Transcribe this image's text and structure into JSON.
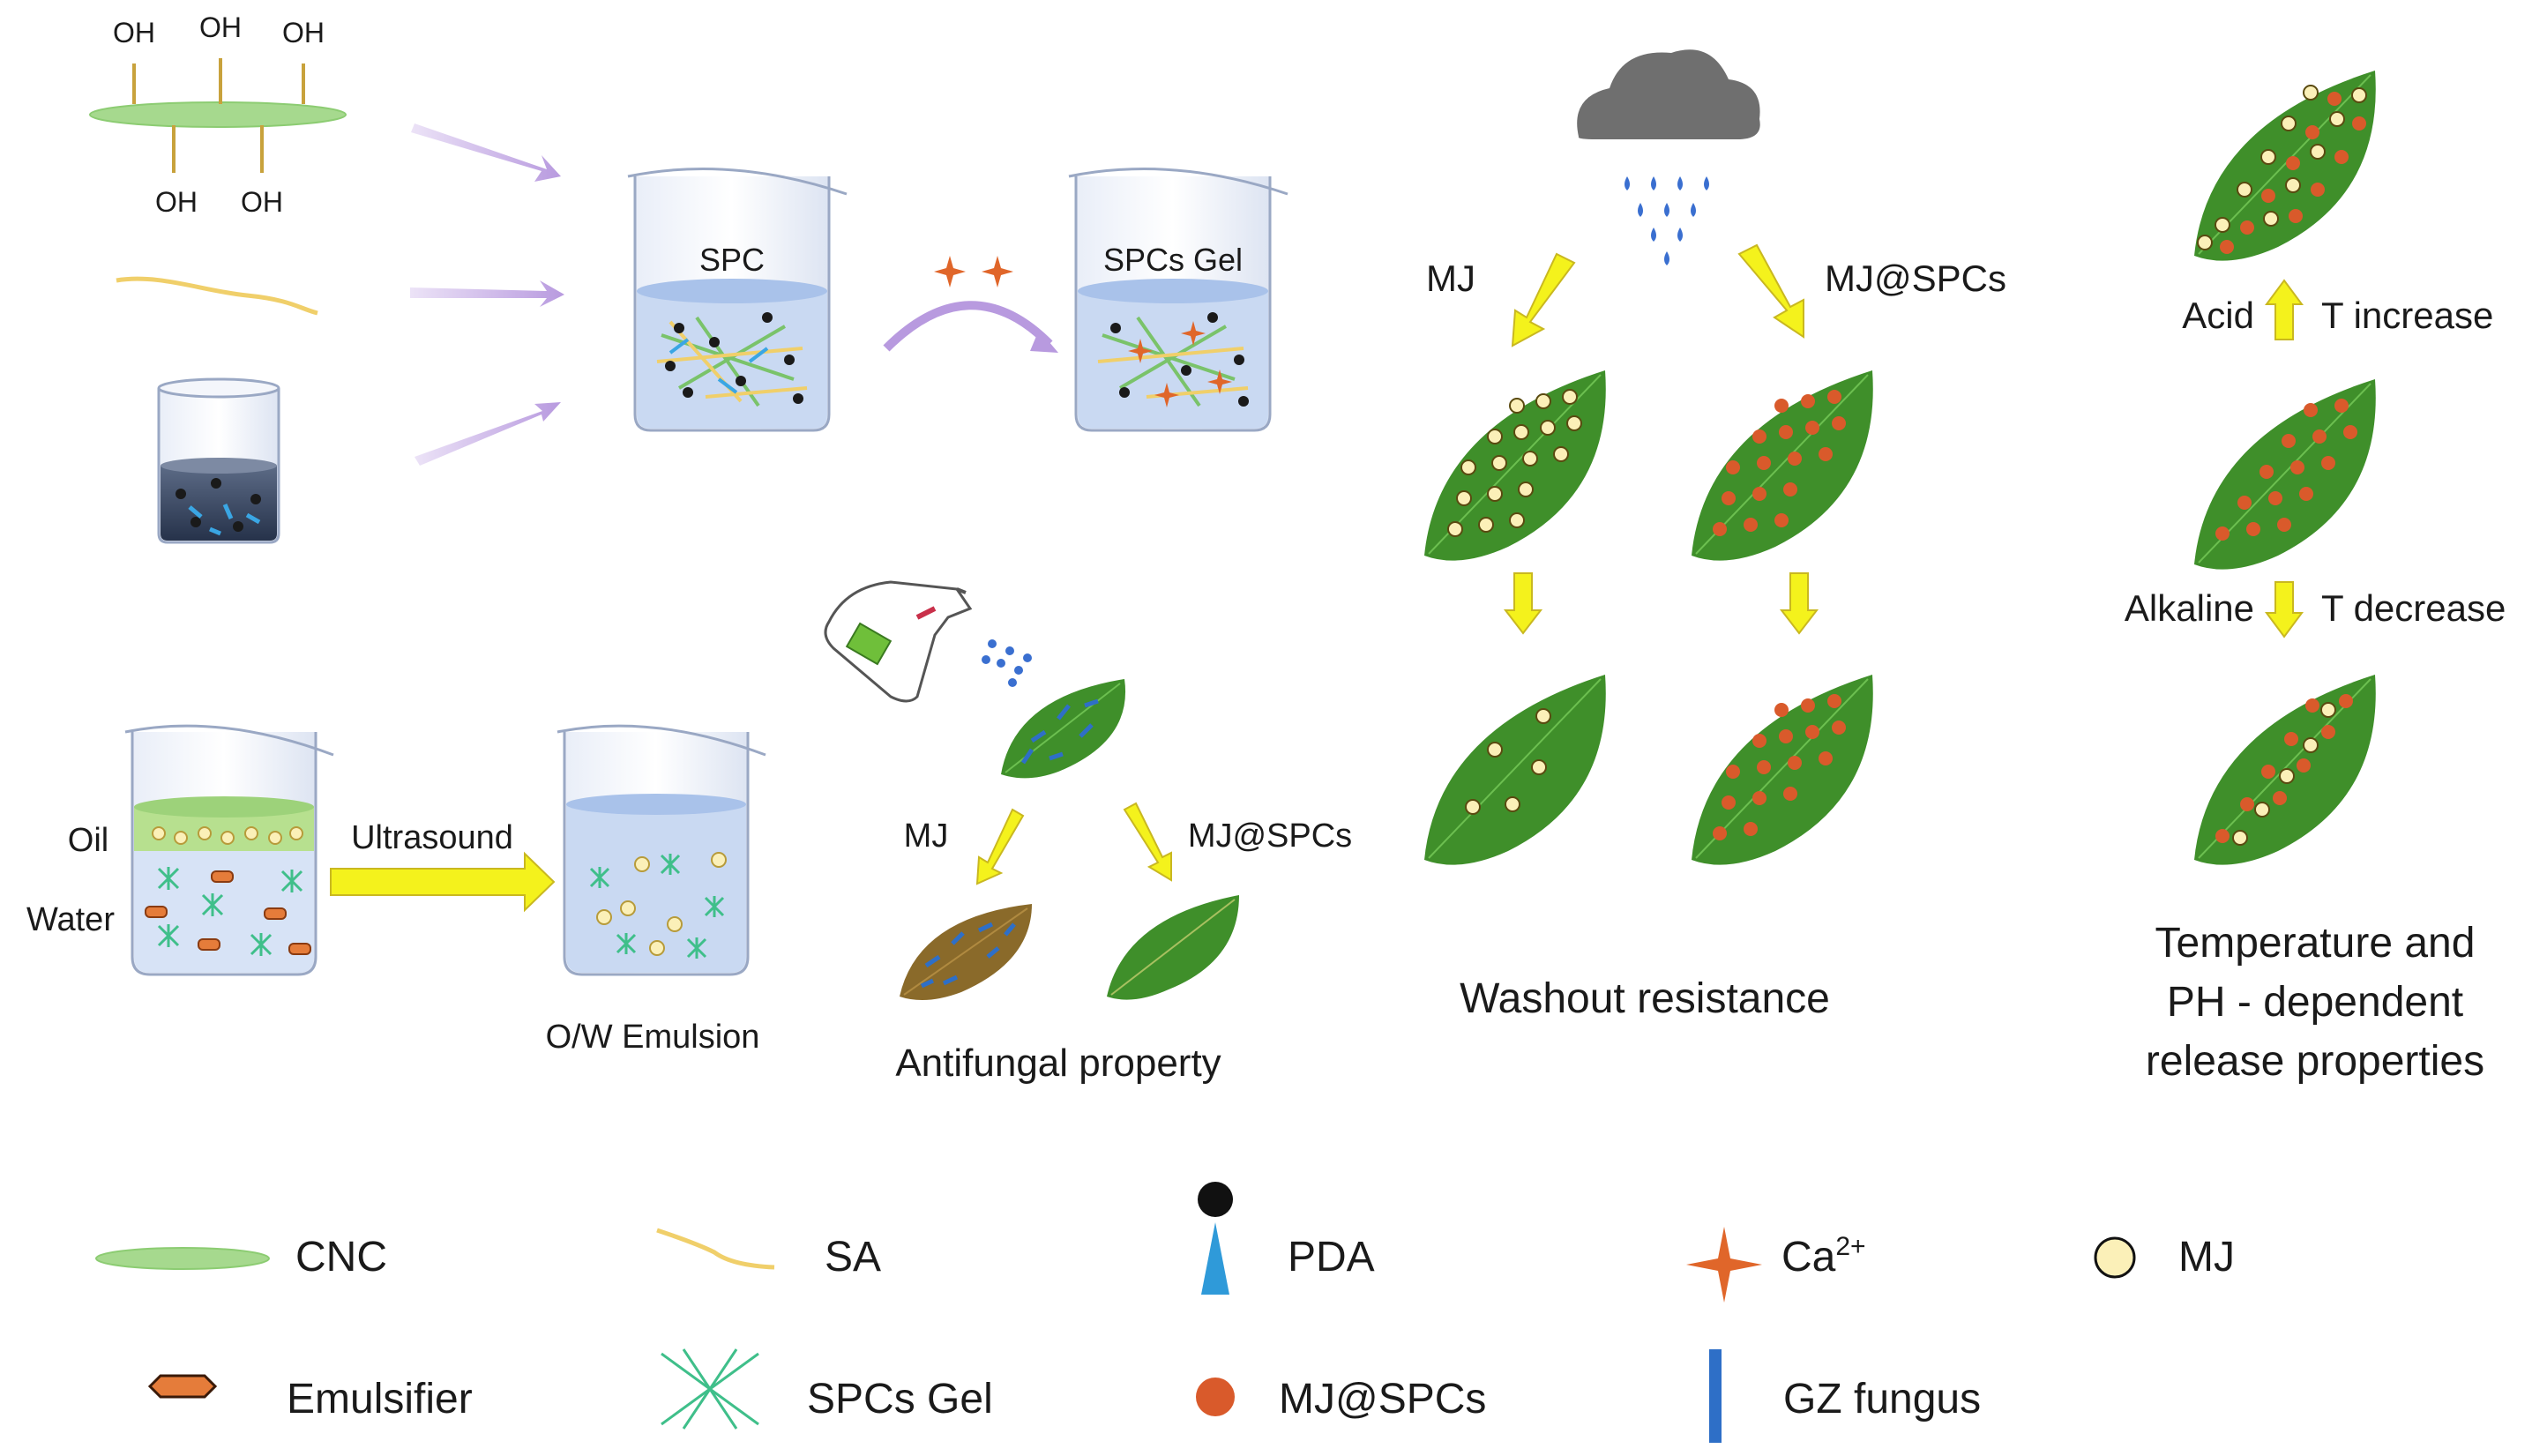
{
  "synthesis": {
    "oh_label": "OH",
    "spc_label": "SPC",
    "spcs_gel_label": "SPCs Gel"
  },
  "emulsion": {
    "oil_label": "Oil",
    "water_label": "Water",
    "ultrasound_label": "Ultrasound",
    "ow_emulsion_label": "O/W Emulsion"
  },
  "antifungal": {
    "mj_label": "MJ",
    "mjspcs_label": "MJ@SPCs",
    "caption": "Antifungal property"
  },
  "washout": {
    "mj_label": "MJ",
    "mjspcs_label": "MJ@SPCs",
    "caption": "Washout resistance"
  },
  "release": {
    "acid_label": "Acid",
    "t_increase_label": "T increase",
    "alkaline_label": "Alkaline",
    "t_decrease_label": "T decrease",
    "caption_line1": "Temperature and",
    "caption_line2": "PH - dependent",
    "caption_line3": "release properties"
  },
  "legend": {
    "cnc": "CNC",
    "sa": "SA",
    "pda": "PDA",
    "ca_base": "Ca",
    "ca_sup": "2+",
    "mj": "MJ",
    "emulsifier": "Emulsifier",
    "spcs_gel": "SPCs Gel",
    "mjspcs": "MJ@SPCs",
    "gz_fungus": "GZ fungus"
  },
  "colors": {
    "leaf_green": "#3f8f2a",
    "mj_dot": "#fbf0b8",
    "mjspcs_dot": "#d95a2b",
    "ca_star": "#e0662a",
    "arrow_yellow": "#f4f21c",
    "arrow_lavender": "#d7c3ef",
    "cnc_green": "#8fcf78",
    "sa_yellow": "#f0c850",
    "pda_blue": "#2f9ad9",
    "emulsifier_orange": "#e57c3a",
    "spcs_green": "#3fbf8a",
    "fungus_blue": "#2e6fc7",
    "water_blue": "#c9d9f2",
    "cloud_gray": "#6f6f6f"
  }
}
